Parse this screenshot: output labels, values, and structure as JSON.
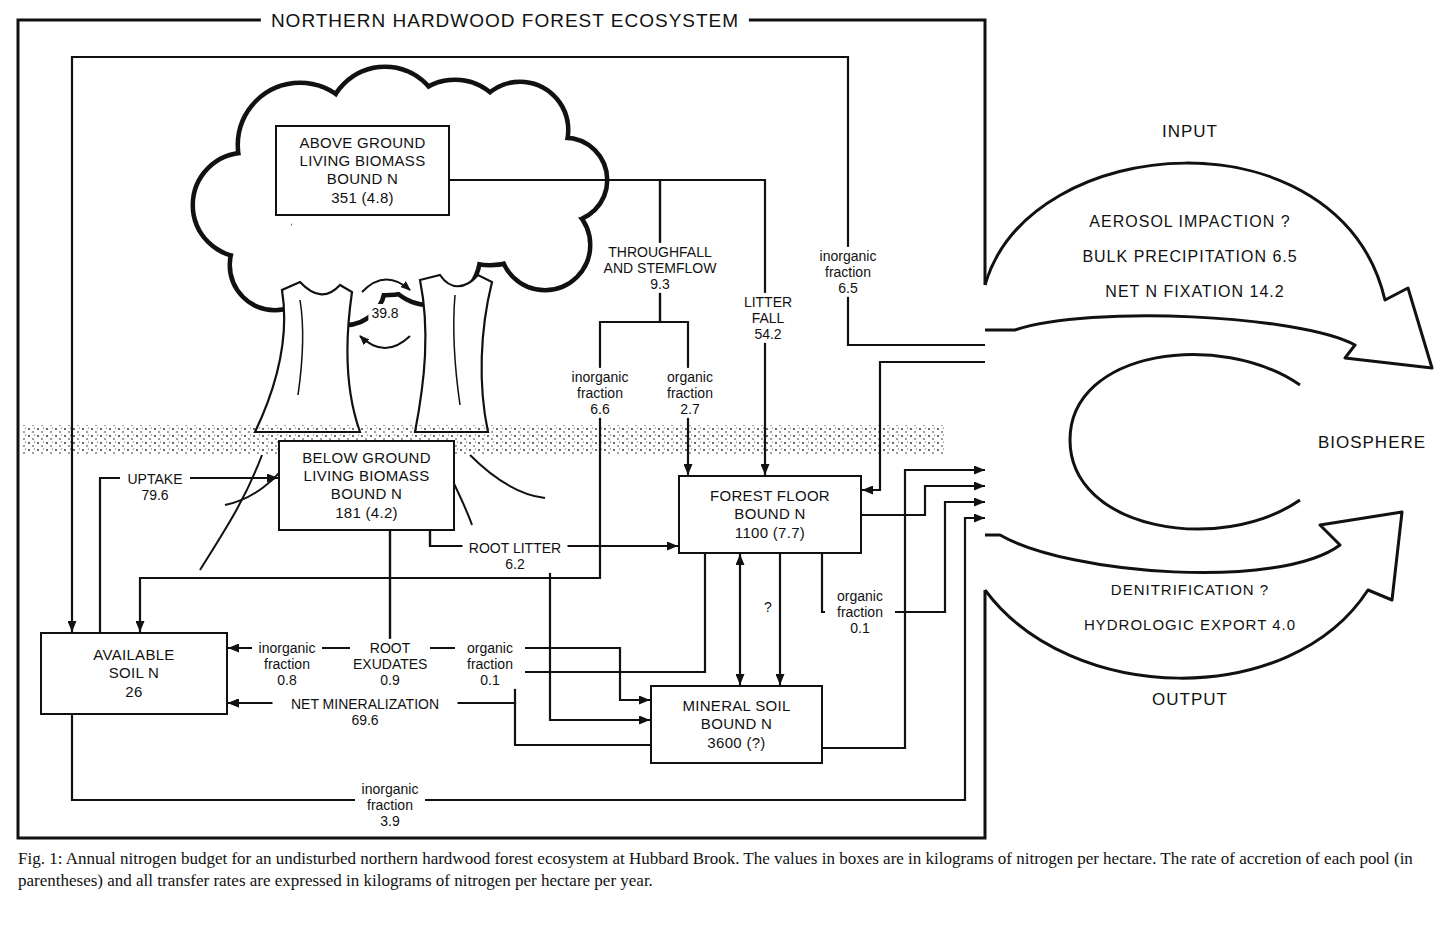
{
  "diagram": {
    "title": "NORTHERN HARDWOOD FOREST ECOSYSTEM",
    "caption": "Fig. 1: Annual nitrogen budget for an undisturbed northern hardwood forest ecosystem at Hubbard Brook. The values in boxes are in kilograms of nitrogen per hectare. The rate of accretion of each pool (in parentheses) and all transfer rates are expressed in kilograms of nitrogen per hectare per year.",
    "nodes": [
      {
        "text": [
          "ABOVE GROUND LIVING BIOMASS BOUND N",
          "351 (4.8)"
        ]
      },
      {
        "text": [
          "BELOW GROUND LIVING BIOMASS BOUND N",
          "181 (4.2)"
        ]
      },
      {
        "text": [
          "FOREST FLOOR BOUND N",
          "1100 (7.7)"
        ]
      },
      {
        "text": [
          "AVAILABLE SOIL N",
          "26"
        ]
      },
      {
        "text": [
          "MINERAL SOIL BOUND N",
          "3600 (?)"
        ]
      },
      {
        "text": [
          "INPUT",
          "AEROSOL IMPACTION ?",
          "BULK PRECIPITATION 6.5",
          "NET N FIXATION 14.2",
          "BIOSPHERE",
          "DENITRIFICATION ?",
          "HYDROLOGIC EXPORT 4.0",
          "OUTPUT"
        ]
      }
    ],
    "edges": [
      {
        "from": 0,
        "to": 2,
        "label": "LITTER FALL 54.2",
        "arrow": "to"
      },
      {
        "from": 0,
        "to": 3,
        "label": "inorganic fraction 6.6",
        "arrow": "to"
      },
      {
        "from": 0,
        "to": 2,
        "label": "organic fraction 2.7",
        "arrow": "to"
      },
      {
        "from": 3,
        "to": 1,
        "label": "UPTAKE 79.6",
        "arrow": "to"
      },
      {
        "from": 1,
        "to": 2,
        "label": "ROOT LITTER 6.2",
        "arrow": "to"
      },
      {
        "from": 1,
        "to": 4,
        "arrow": "to"
      },
      {
        "from": 1,
        "to": 3,
        "label": "inorganic fraction 0.8",
        "arrow": "to"
      },
      {
        "from": 1,
        "to": 4,
        "label": "organic fraction 0.1",
        "arrow": "to"
      },
      {
        "from": 2,
        "to": 3,
        "label": "NET MINERALIZATION 69.6",
        "arrow": "to"
      },
      {
        "from": 4,
        "to": 3,
        "arrow": "to"
      },
      {
        "from": 2,
        "to": 4,
        "arrow": "both"
      },
      {
        "from": 2,
        "to": 4,
        "label": "?",
        "arrow": "to"
      },
      {
        "from": 2,
        "to": 5,
        "label": "organic fraction 0.1",
        "arrow": "to"
      },
      {
        "from": 4,
        "to": 5,
        "arrow": "to"
      },
      {
        "from": 3,
        "to": 5,
        "label": "inorganic fraction 3.9",
        "arrow": "to"
      },
      {
        "from": 5,
        "to": 3,
        "label": "inorganic fraction 6.5",
        "arrow": "to"
      },
      {
        "from": 5,
        "to": 2,
        "arrow": "to"
      },
      {
        "from": 2,
        "to": 5,
        "arrow": "to"
      }
    ],
    "labels": [
      "THROUGHFALL AND STEMFLOW 9.3",
      "39.8",
      "ROOT EXUDATES 0.9"
    ]
  }
}
